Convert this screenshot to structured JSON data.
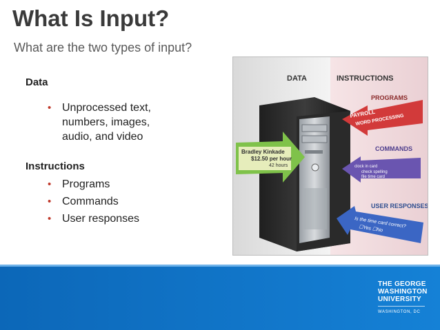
{
  "slide": {
    "title": "What Is Input?",
    "subtitle": "What are the two types of input?"
  },
  "content": {
    "data_heading": "Data",
    "data_bullets": [
      "Unprocessed text,",
      "numbers, images,",
      "audio, and video"
    ],
    "instructions_heading": "Instructions",
    "instruction_bullets": [
      "Programs",
      "Commands",
      "User responses"
    ]
  },
  "figure": {
    "header_data": "DATA",
    "header_instructions": "INSTRUCTIONS",
    "label_programs": "PROGRAMS",
    "label_commands": "COMMANDS",
    "label_user_responses": "USER RESPONSES",
    "programs_arrow_line1": "PAYROLL",
    "programs_arrow_line2": "WORD PROCESSING",
    "commands_arrow_line1": "clock in card",
    "commands_arrow_line2": "check spelling",
    "commands_arrow_line3": "file time card",
    "responses_arrow_line1": "Is the time card correct?",
    "responses_arrow_line2": "☐Yes  ☐No",
    "data_arrow_line1": "Bradley Kinkade",
    "data_arrow_line2": "$12.50 per hour",
    "data_arrow_line3": "42 hours"
  },
  "footer": {
    "logo_line1": "THE GEORGE",
    "logo_line2": "WASHINGTON",
    "logo_line3": "UNIVERSITY",
    "logo_line4": "WASHINGTON, DC"
  },
  "colors": {
    "title": "#3a3a3a",
    "bullet_marker": "#c0392b",
    "footer_blue": "#0c67b8",
    "arrow_red": "#d23a3a",
    "arrow_purple": "#6a55b0",
    "arrow_blue": "#3b66c4",
    "arrow_green": "#7fc24a"
  }
}
